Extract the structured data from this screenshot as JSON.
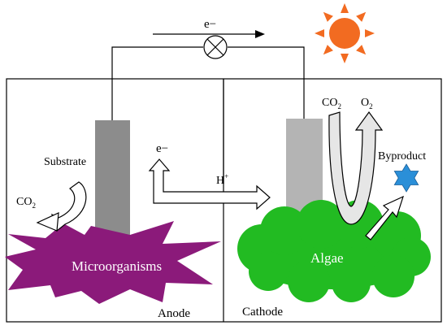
{
  "labels": {
    "electron_top": "e−",
    "electron_left": "e−",
    "substrate": "Substrate",
    "co2_left": "CO",
    "co2_left_sub": "2",
    "proton": "H",
    "proton_sup": "+",
    "co2_right": "CO",
    "co2_right_sub": "2",
    "o2": "O",
    "o2_sub": "2",
    "byproduct": "Byproduct",
    "microorganisms": "Microorganisms",
    "algae": "Algae",
    "anode": "Anode",
    "cathode": "Cathode"
  },
  "colors": {
    "sun": "#F26B21",
    "microorganisms": "#8B1A7A",
    "algae": "#22BB22",
    "electrode_anode": "#8C8C8C",
    "electrode_cathode": "#B4B4B4",
    "byproduct_star": "#2A8FD8"
  },
  "icons": {
    "load": "resistor-lamp-icon",
    "sun": "sun-icon",
    "byproduct": "star-icon"
  }
}
